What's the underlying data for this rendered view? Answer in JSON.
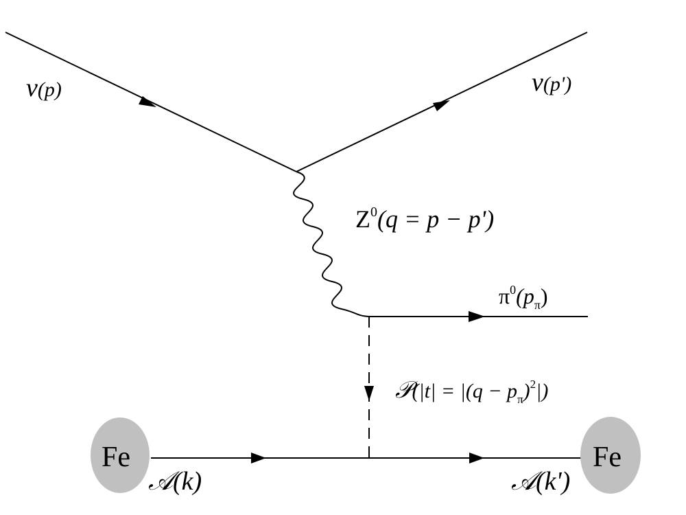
{
  "diagram": {
    "labels": {
      "nu_in": {
        "symbol": "ν",
        "arg": "(p)"
      },
      "nu_out": {
        "symbol": "ν",
        "arg": "(p')"
      },
      "z_boson": {
        "symbol": "Z",
        "sup": "0",
        "arg": "(q = p − p')"
      },
      "pion": {
        "symbol": "π",
        "sup": "0",
        "open": "(p",
        "sub": "π",
        "close": ")"
      },
      "pomeron": {
        "symbol": "𝒫",
        "open": "(|t| = |(q − p",
        "sub": "π",
        "mid": ")",
        "sup": "2",
        "close": "|)"
      },
      "nucleus_in": {
        "symbol": "𝒜",
        "arg": "(k)"
      },
      "nucleus_out": {
        "symbol": "𝒜",
        "arg": "(k')"
      },
      "fe_left": "Fe",
      "fe_right": "Fe"
    },
    "colors": {
      "line": "#000000",
      "nucleus_fill": "#c0c0c0"
    }
  }
}
